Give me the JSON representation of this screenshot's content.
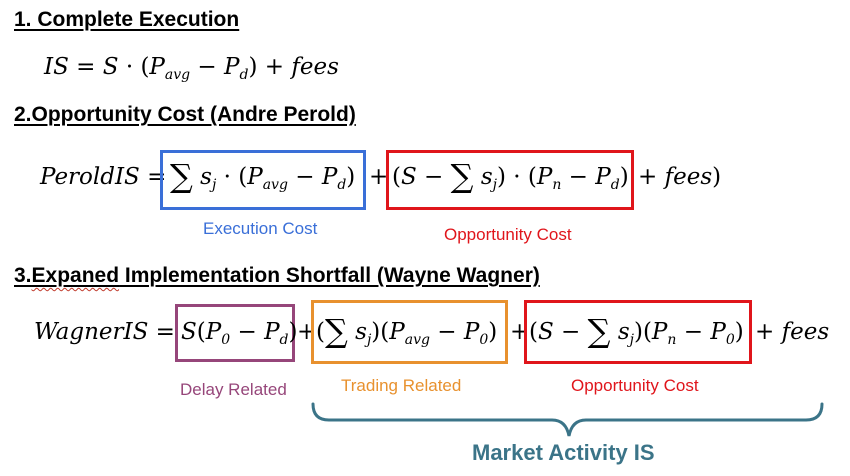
{
  "section1": {
    "heading": "1. Complete Execution",
    "formula": "IS = S · (P_avg − P_d) + fees"
  },
  "section2": {
    "heading": "2.Opportunity Cost (Andre Perold)",
    "formula_lhs": "PeroldIS =",
    "box_execution": "Σ s_j · (P_avg − P_d)",
    "box_opportunity": "(S − Σ s_j) · (P_n − P_d)",
    "formula_tail": "+ fees)",
    "label_execution": "Execution Cost",
    "label_opportunity": "Opportunity Cost",
    "color_execution": "#3a6fd8",
    "color_opportunity": "#e0151b"
  },
  "section3": {
    "heading_prefix": "3.",
    "heading_misspelled": "Expaned",
    "heading_rest": " Implementation Shortfall (Wayne Wagner)",
    "formula_lhs": "WagnerIS =",
    "box_delay": "S(P_0 − P_d)",
    "box_trading": "(Σ s_j)(P_avg − P_0)",
    "box_opportunity": "(S − Σ s_j)(P_n − P_0)",
    "formula_tail": "+ fees",
    "label_delay": "Delay Related",
    "label_trading": "Trading Related",
    "label_opportunity": "Opportunity Cost",
    "brace_label": "Market Activity IS",
    "color_delay": "#96467a",
    "color_trading": "#e8912e",
    "color_opportunity": "#e0151b",
    "color_brace": "#3b7488"
  }
}
